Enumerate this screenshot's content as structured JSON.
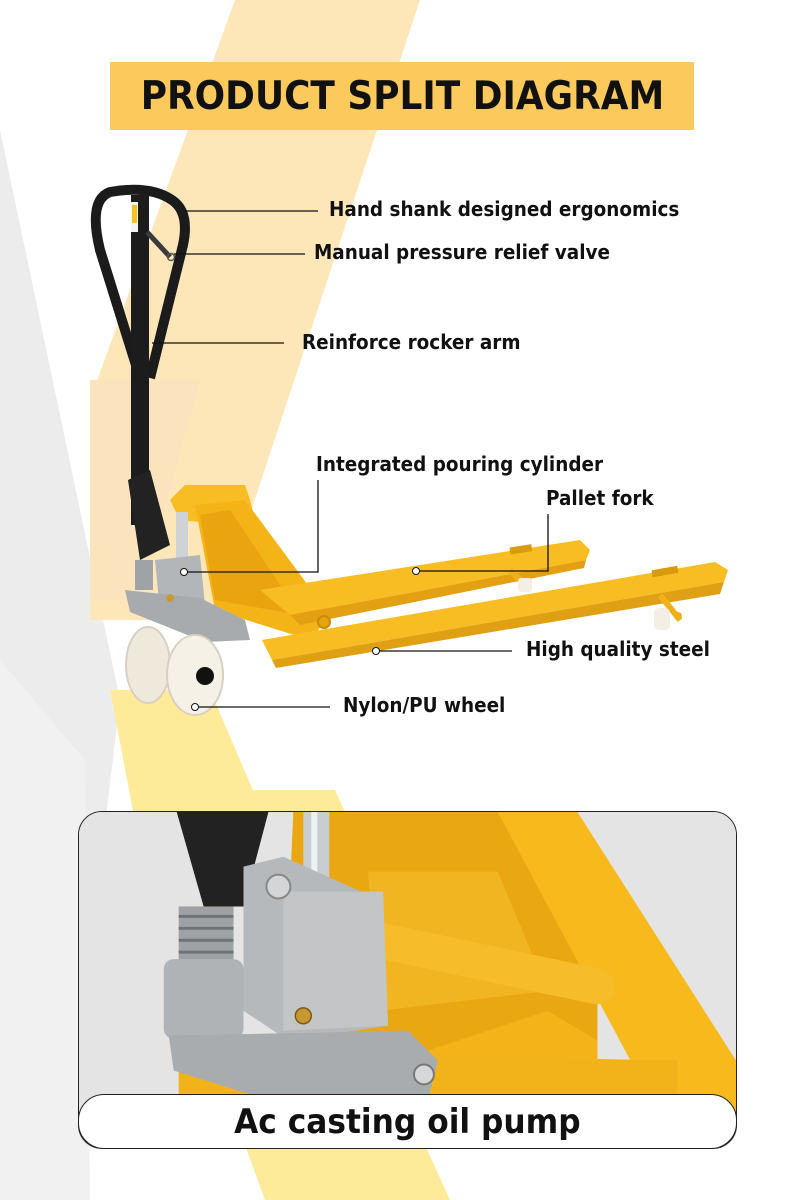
{
  "header": {
    "title": "PRODUCT SPLIT DIAGRAM"
  },
  "diagram": {
    "subject": "manual hydraulic pallet jack",
    "callouts": [
      {
        "id": "hand-shank",
        "label": "Hand shank designed ergonomics"
      },
      {
        "id": "relief-valve",
        "label": "Manual pressure relief valve"
      },
      {
        "id": "rocker-arm",
        "label": "Reinforce rocker arm"
      },
      {
        "id": "cylinder",
        "label": "Integrated pouring cylinder"
      },
      {
        "id": "pallet-fork",
        "label": "Pallet fork"
      },
      {
        "id": "steel",
        "label": "High quality steel"
      },
      {
        "id": "wheel",
        "label": "Nylon/PU wheel"
      }
    ]
  },
  "detail": {
    "caption": "Ac casting oil pump"
  },
  "colors": {
    "banner": "#fcc95c",
    "stripe_light": "#fde7b8",
    "stripe_yellow": "#fdeb9a",
    "stripe_grey": "#ececec",
    "frame_yellow": "#f6b81c",
    "handle_black": "#1b1b1b",
    "pump_silver": "#b3b6b8",
    "wheel_white": "#f3efe4"
  }
}
